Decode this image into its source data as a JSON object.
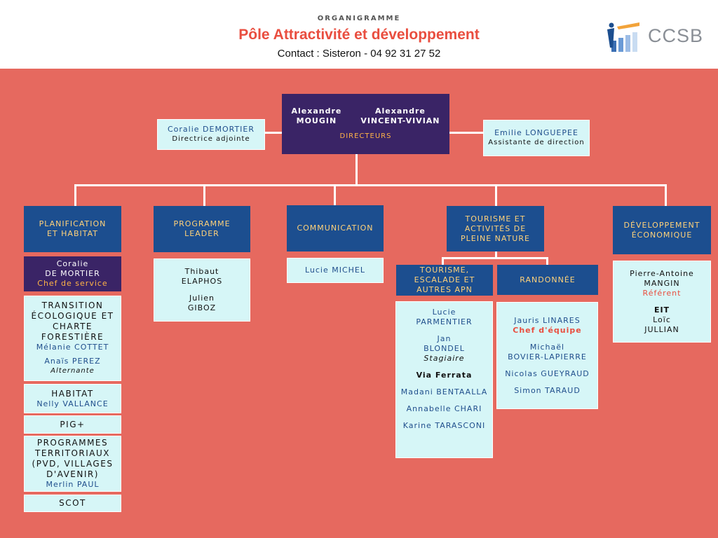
{
  "header": {
    "subtitle": "ORGANIGRAMME",
    "title": "Pôle Attractivité et développement",
    "contact": "Contact  : Sisteron - 04 92 31 27 52",
    "logo_text": "CCSB"
  },
  "directors": {
    "d1_first": "Alexandre",
    "d1_last": "MOUGIN",
    "d2_first": "Alexandre",
    "d2_last": "VINCENT-VIVIAN",
    "role": "DIRECTEURS"
  },
  "deputy": {
    "name": "Coralie DEMORTIER",
    "role": "Directrice adjointe"
  },
  "assistant": {
    "name": "Emilie LONGUEPEE",
    "role": "Assistante de direction"
  },
  "planification": {
    "title_l1": "PLANIFICATION",
    "title_l2": "ET HABITAT",
    "chief_l1": "Coralie",
    "chief_l2": "DE MORTIER",
    "chief_role": "Chef de service",
    "transition_l1": "TRANSITION",
    "transition_l2": "ÉCOLOGIQUE ET",
    "transition_l3": "CHARTE",
    "transition_l4": "FORESTIÈRE",
    "transition_p1": "Mélanie COTTET",
    "transition_p2": "Anaïs PEREZ",
    "transition_p2_role": "Alternante",
    "habitat_title": "HABITAT",
    "habitat_p1": "Nelly VALLANCE",
    "pig_title": "PIG+",
    "prog_l1": "PROGRAMMES",
    "prog_l2": "TERRITORIAUX",
    "prog_l3": "(PVD, VILLAGES",
    "prog_l4": "D'AVENIR)",
    "prog_p1": "Merlin PAUL",
    "scot_title": "SCOT"
  },
  "leader": {
    "title_l1": "PROGRAMME",
    "title_l2": "LEADER",
    "p1_first": "Thibaut",
    "p1_last": "ELAPHOS",
    "p2_first": "Julien",
    "p2_last": "GIBOZ"
  },
  "communication": {
    "title": "COMMUNICATION",
    "p1": "Lucie MICHEL"
  },
  "tourisme": {
    "title_l1": "TOURISME ET",
    "title_l2": "ACTIVITÉS DE",
    "title_l3": "PLEINE NATURE",
    "escalade_l1": "TOURISME,",
    "escalade_l2": "ESCALADE ET",
    "escalade_l3": "AUTRES APN",
    "esc_p1_first": "Lucie",
    "esc_p1_last": "PARMENTIER",
    "esc_p2_first": "Jan",
    "esc_p2_last": "BLONDEL",
    "esc_p2_role": "Stagiaire",
    "via_title": "Via Ferrata",
    "via_p1": "Madani BENTAALLA",
    "via_p2": "Annabelle CHARI",
    "via_p3": "Karine TARASCONI",
    "rando_title": "RANDONNÉE",
    "rando_p1": "Jauris LINARES",
    "rando_p1_role": "Chef d'équipe",
    "rando_p2_first": "Michaël",
    "rando_p2_last": "BOVIER-LAPIERRE",
    "rando_p3": "Nicolas GUEYRAUD",
    "rando_p4": "Simon TARAUD"
  },
  "developpement": {
    "title_l1": "DÉVELOPPEMENT",
    "title_l2": "ÉCONOMIQUE",
    "p1_first": "Pierre-Antoine",
    "p1_last": "MANGIN",
    "p1_role": "Référent",
    "eit_title": "EIT",
    "p2_first": "Loïc",
    "p2_last": "JULLIAN"
  },
  "colors": {
    "background": "#e6695f",
    "title_red": "#e94e3f",
    "box_dark_blue": "#1c4e8f",
    "box_purple": "#3a2466",
    "box_light": "#d6f6f7",
    "accent_orange": "#ffb347"
  }
}
